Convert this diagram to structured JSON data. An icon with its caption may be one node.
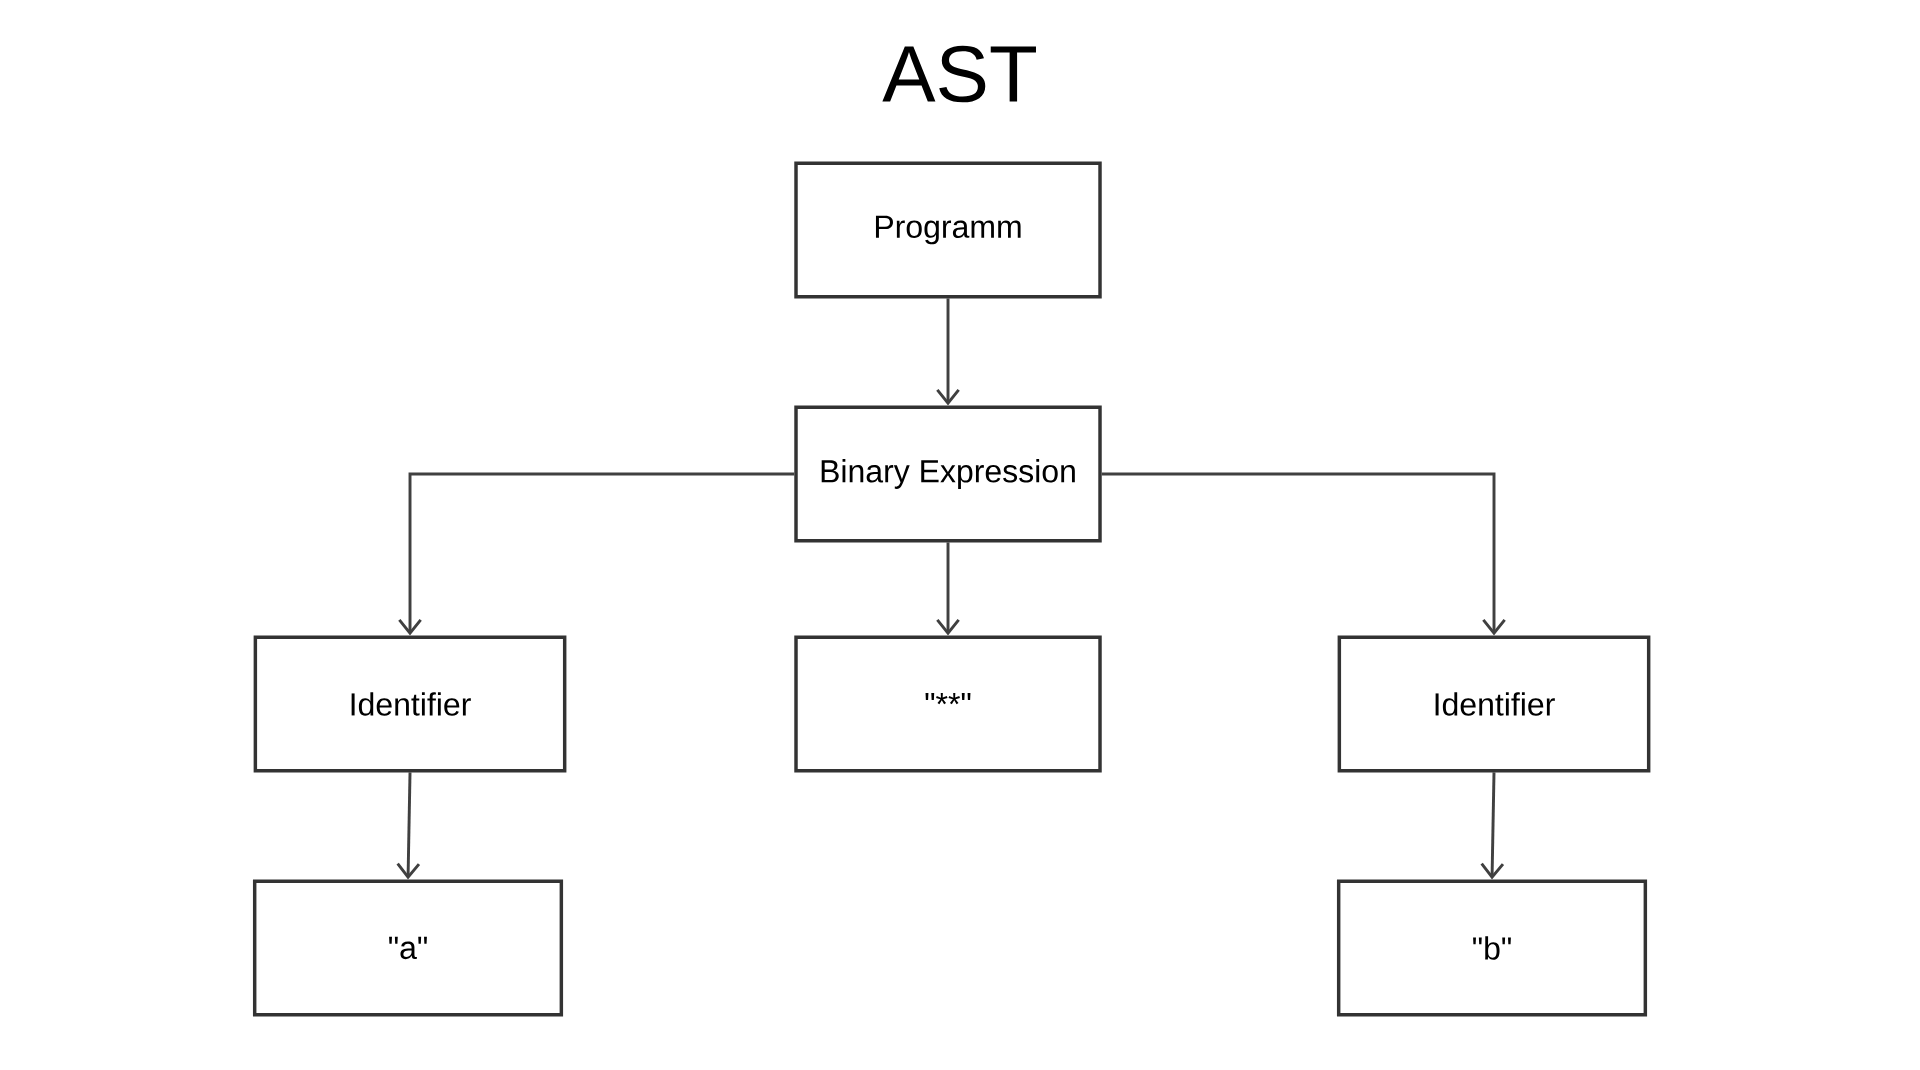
{
  "diagram": {
    "title": "AST",
    "nodes": [
      {
        "text": [
          "Programm"
        ]
      },
      {
        "text": [
          "Binary Expression"
        ]
      },
      {
        "text": [
          "Identifier"
        ]
      },
      {
        "text": [
          "\"**\""
        ]
      },
      {
        "text": [
          "Identifier"
        ]
      },
      {
        "text": [
          "\"a\""
        ]
      },
      {
        "text": [
          "\"b\""
        ]
      }
    ],
    "edges": [
      {
        "from": 0,
        "to": 1,
        "arrow": "to"
      },
      {
        "from": 1,
        "to": 2,
        "arrow": "to"
      },
      {
        "from": 1,
        "to": 3,
        "arrow": "to"
      },
      {
        "from": 1,
        "to": 4,
        "arrow": "to"
      },
      {
        "from": 2,
        "to": 5,
        "arrow": "to"
      },
      {
        "from": 4,
        "to": 6,
        "arrow": "to"
      }
    ]
  }
}
